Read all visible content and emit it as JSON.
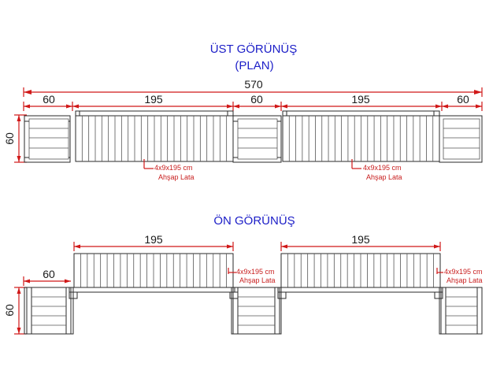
{
  "titles": {
    "plan_line1": "ÜST GÖRÜNÜŞ",
    "plan_line2": "(PLAN)",
    "front": "ÖN GÖRÜNÜŞ"
  },
  "dimensions": {
    "total": "570",
    "box": "60",
    "bench": "195",
    "height": "60"
  },
  "note": {
    "size": "4x9x195 cm",
    "material": "Ahşap Lata"
  },
  "colors": {
    "title": "#1e20c8",
    "dimension_line": "#d01818",
    "note": "#c81e1e",
    "drawing": "#2a2a2a"
  }
}
